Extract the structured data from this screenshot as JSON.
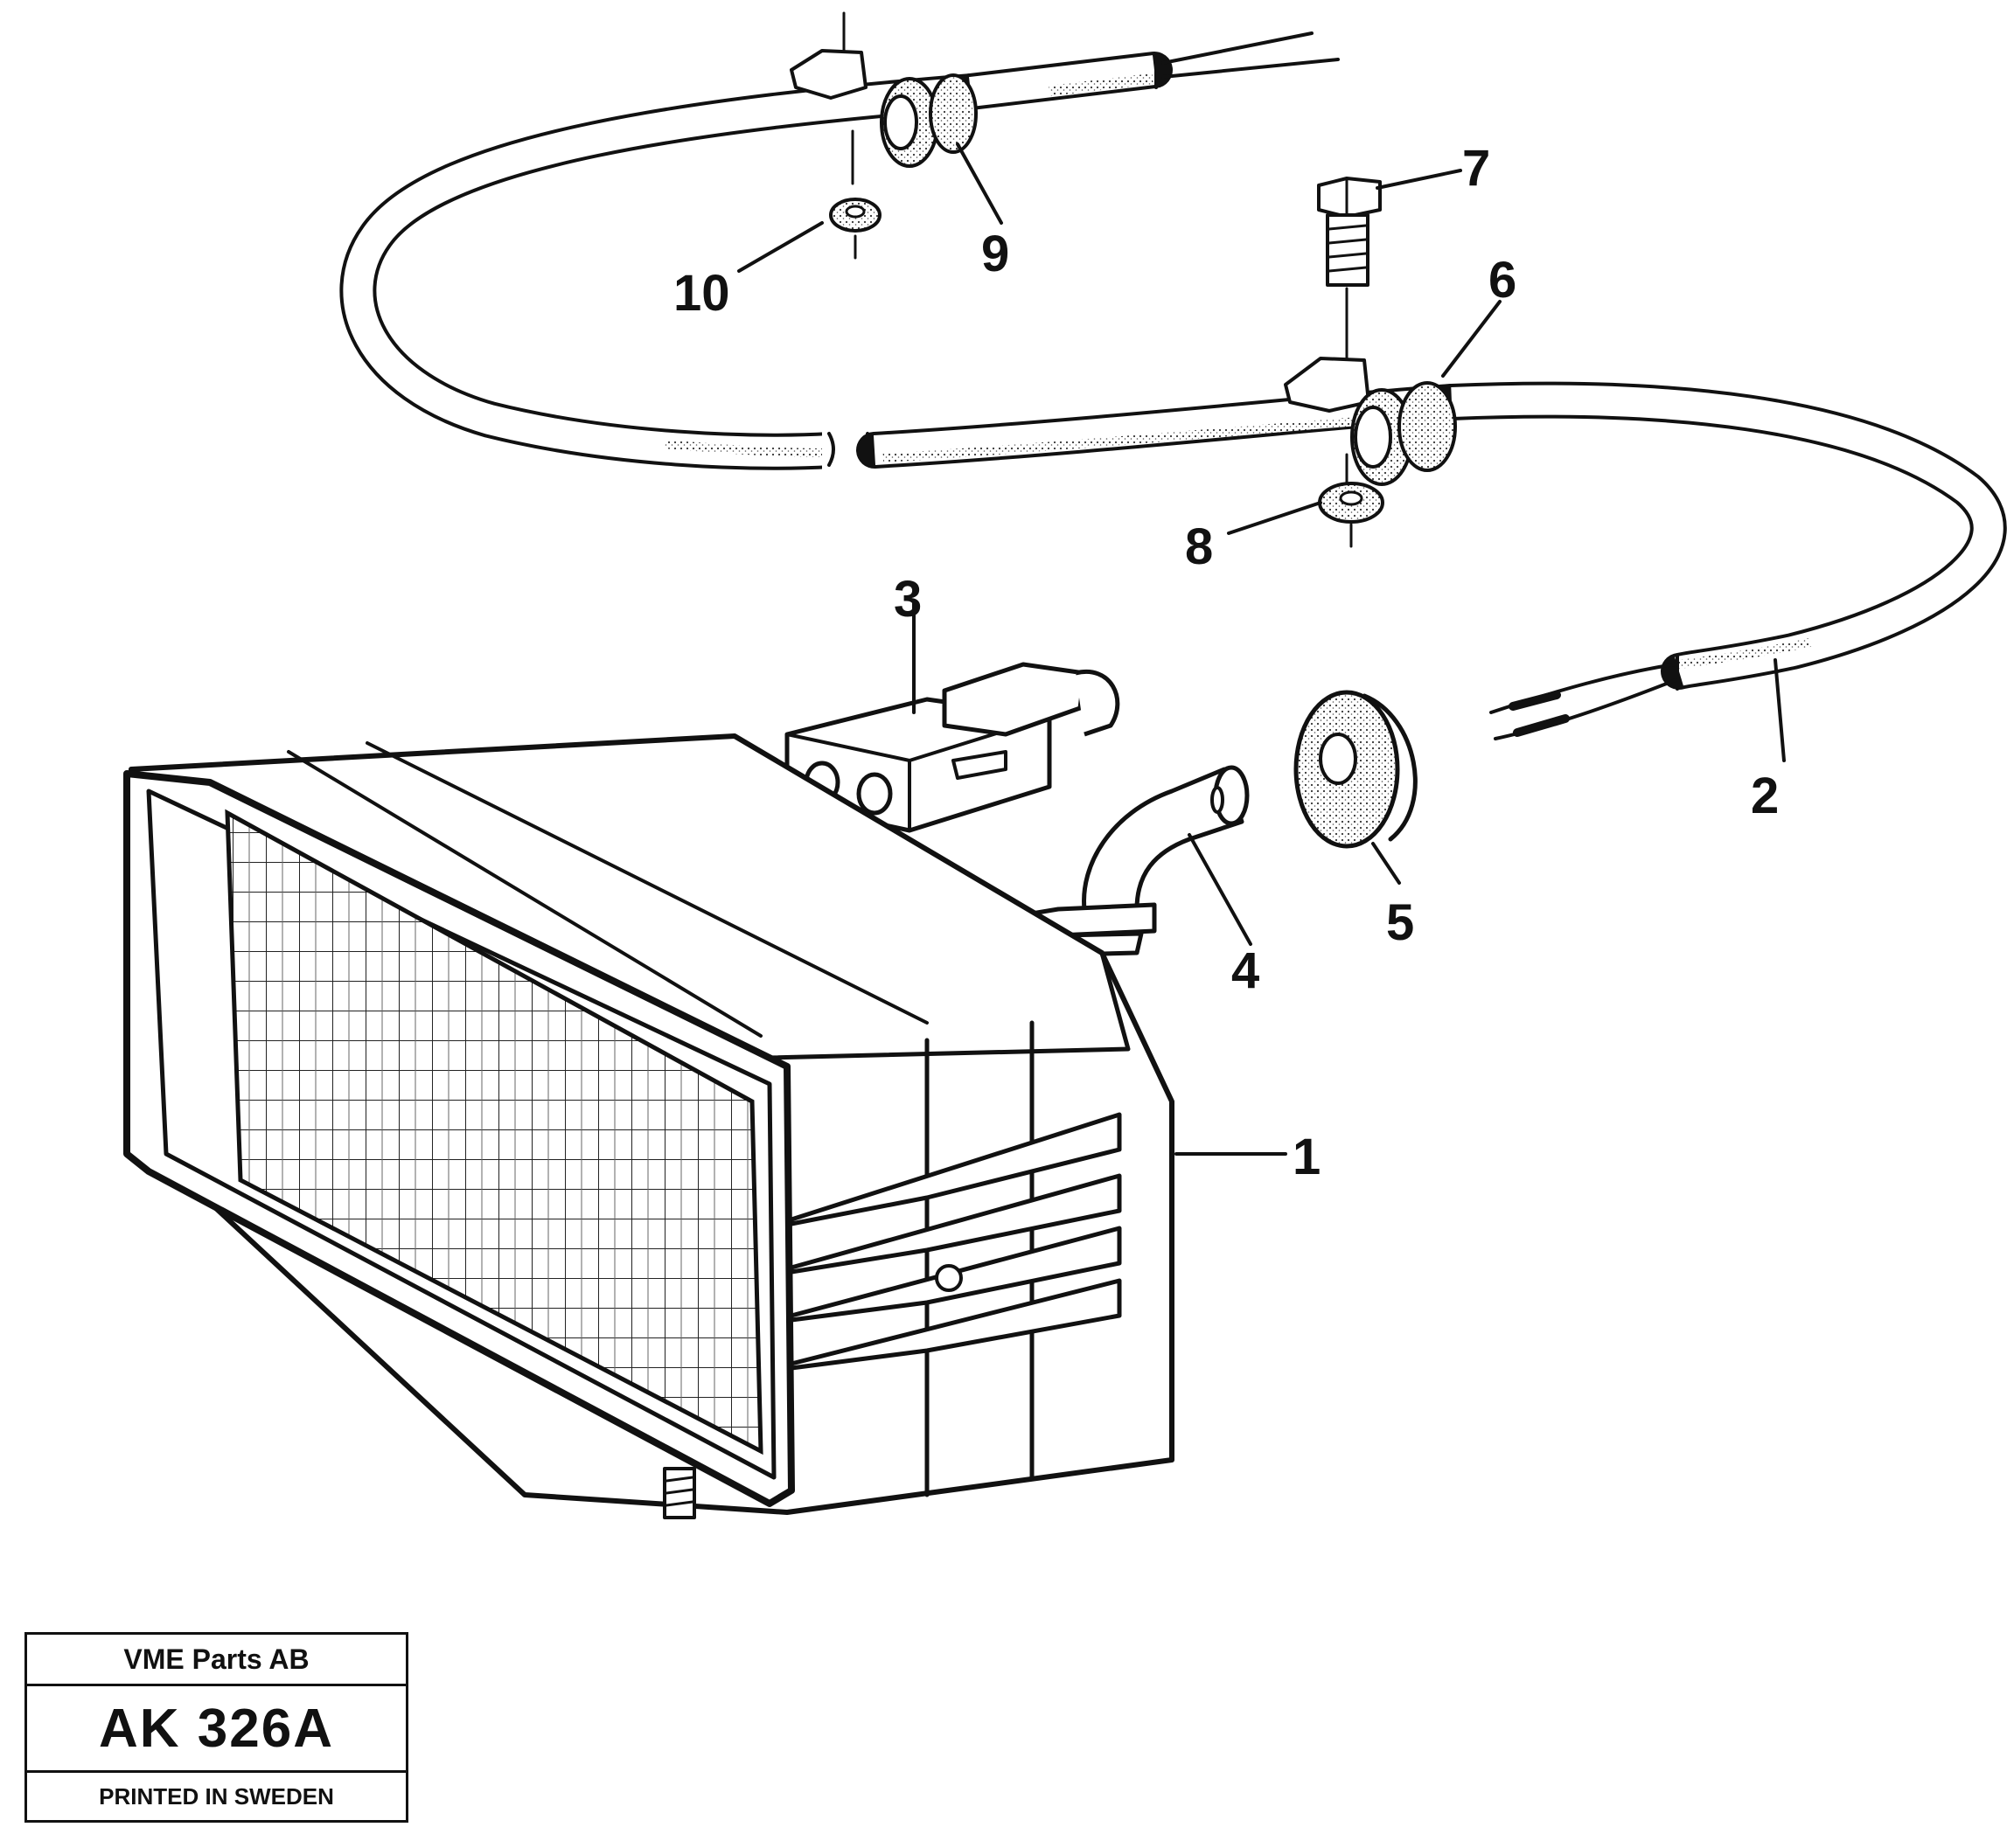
{
  "part_labels": {
    "p1": "1",
    "p2": "2",
    "p3": "3",
    "p4": "4",
    "p5": "5",
    "p6": "6",
    "p7": "7",
    "p8": "8",
    "p9": "9",
    "p10": "10"
  },
  "title_block": {
    "company": "VME Parts AB",
    "drawing_number": "AK 326A",
    "footer": "PRINTED IN SWEDEN"
  }
}
